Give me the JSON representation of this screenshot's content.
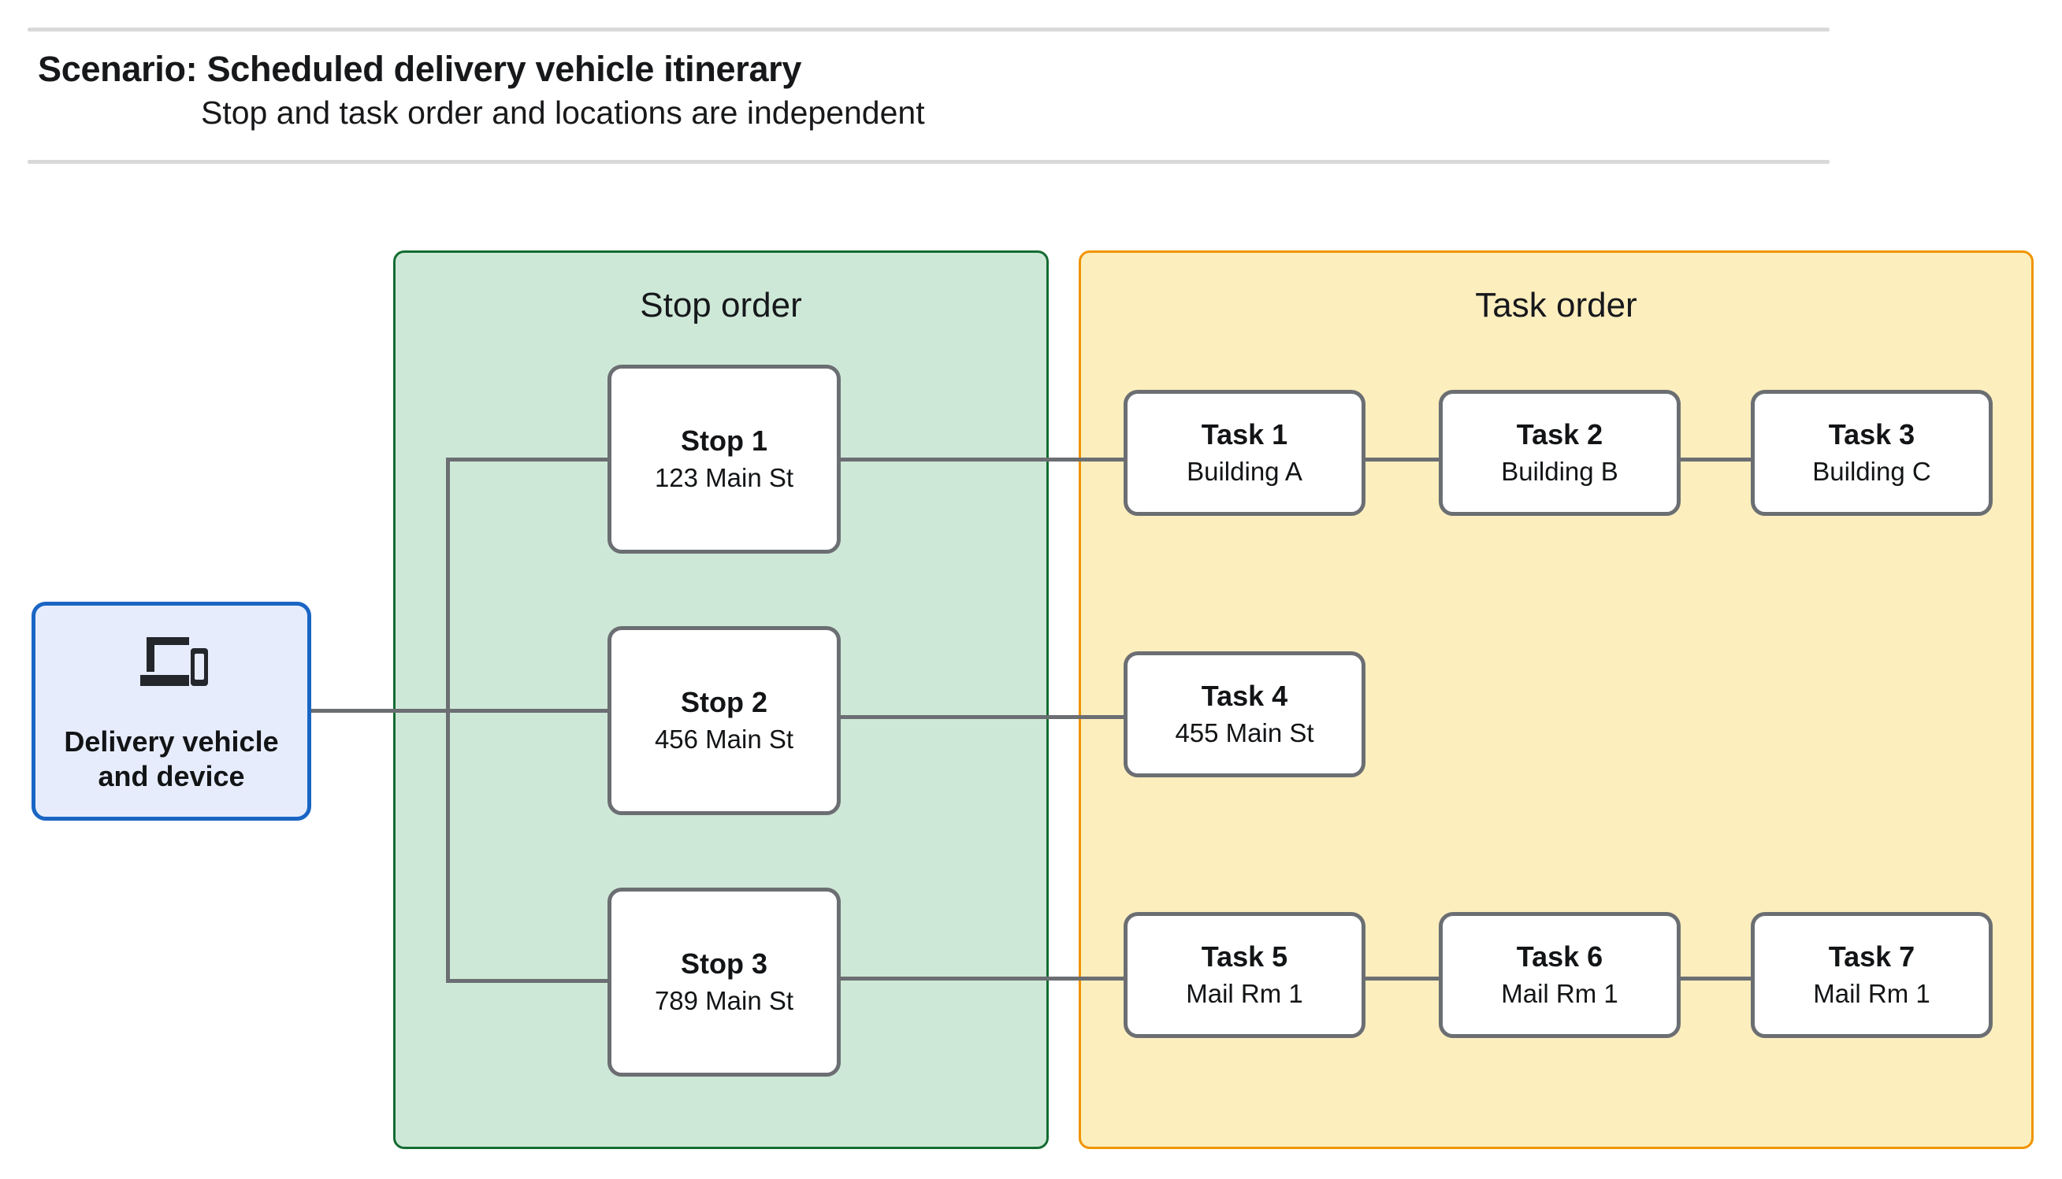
{
  "header": {
    "title": "Scenario: Scheduled delivery vehicle itinerary",
    "subtitle": "Stop and task order and locations are independent"
  },
  "device": {
    "icon": "devices-laptop-phone-icon",
    "label_line1": "Delivery vehicle",
    "label_line2": "and device",
    "fill": "#E6ECFC",
    "border": "#1A65C4"
  },
  "groups": {
    "stop": {
      "title": "Stop order",
      "fill": "#CEE8D7",
      "border": "#136C31"
    },
    "task": {
      "title": "Task order",
      "fill": "#FDEEBE",
      "border": "#F09400"
    }
  },
  "stops": [
    {
      "title": "Stop 1",
      "address": "123 Main St"
    },
    {
      "title": "Stop 2",
      "address": "456 Main St"
    },
    {
      "title": "Stop 3",
      "address": "789 Main St"
    }
  ],
  "tasks": [
    {
      "title": "Task 1",
      "location": "Building A"
    },
    {
      "title": "Task 2",
      "location": "Building B"
    },
    {
      "title": "Task 3",
      "location": "Building C"
    },
    {
      "title": "Task 4",
      "location": "455 Main St"
    },
    {
      "title": "Task 5",
      "location": "Mail Rm 1"
    },
    {
      "title": "Task 6",
      "location": "Mail Rm 1"
    },
    {
      "title": "Task 7",
      "location": "Mail Rm 1"
    }
  ],
  "connector_color": "#6B6E72",
  "divider_color": "#D9D9D9"
}
